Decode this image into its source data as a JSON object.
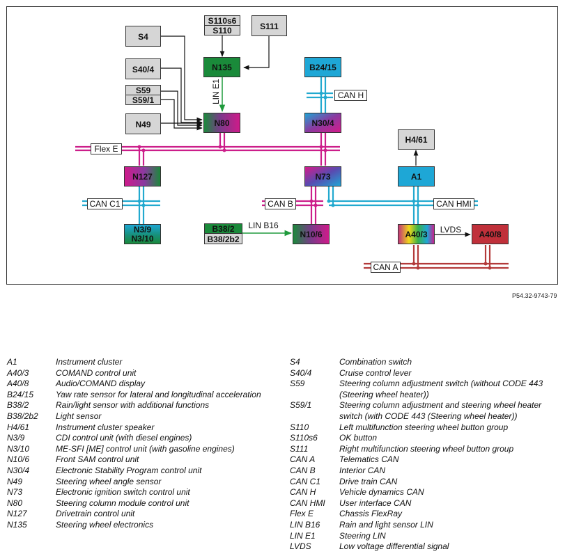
{
  "diagram": {
    "reference": "P54.32-9743-79",
    "boxes": {
      "s4": "S4",
      "s110s6": "S110s6",
      "s110": "S110",
      "s111": "S111",
      "s40_4": "S40/4",
      "n135": "N135",
      "b24_15": "B24/15",
      "s59": "S59",
      "s59_1": "S59/1",
      "n49": "N49",
      "n80": "N80",
      "n30_4": "N30/4",
      "h4_61": "H4/61",
      "n127": "N127",
      "n73": "N73",
      "a1": "A1",
      "n3_9": "N3/9",
      "n3_10": "N3/10",
      "b38_2": "B38/2",
      "b38_2b2": "B38/2b2",
      "n10_6": "N10/6",
      "a40_3": "A40/3",
      "a40_8": "A40/8"
    },
    "buses": {
      "flex_e": "Flex E",
      "can_h": "CAN H",
      "can_c1": "CAN C1",
      "can_b": "CAN B",
      "can_hmi": "CAN HMI",
      "can_a": "CAN A",
      "lin_e1": "LIN E1",
      "lin_b16": "LIN B16",
      "lvds": "LVDS"
    },
    "colors": {
      "flexray": "#cc1e8a",
      "can": "#22a9cf",
      "can_a": "#b33a3a",
      "lin": "#1f9a3c",
      "sensor_box": "#d6d6d6"
    }
  },
  "legend": {
    "left": [
      {
        "code": "A1",
        "desc": "Instrument cluster"
      },
      {
        "code": "A40/3",
        "desc": "COMAND control unit"
      },
      {
        "code": "A40/8",
        "desc": "Audio/COMAND display"
      },
      {
        "code": "B24/15",
        "desc": "Yaw rate sensor for lateral and longitudinal acceleration"
      },
      {
        "code": "B38/2",
        "desc": "Rain/light sensor with additional functions"
      },
      {
        "code": "B38/2b2",
        "desc": "Light sensor"
      },
      {
        "code": "H4/61",
        "desc": "Instrument cluster speaker"
      },
      {
        "code": "N3/9",
        "desc": "CDI control unit (with diesel engines)"
      },
      {
        "code": "N3/10",
        "desc": "ME-SFI [ME] control unit (with gasoline engines)"
      },
      {
        "code": "N10/6",
        "desc": "Front SAM control unit"
      },
      {
        "code": "N30/4",
        "desc": "Electronic Stability Program control unit"
      },
      {
        "code": "N49",
        "desc": "Steering wheel angle sensor"
      },
      {
        "code": "N73",
        "desc": "Electronic ignition switch control unit"
      },
      {
        "code": "N80",
        "desc": "Steering column module control unit"
      },
      {
        "code": "N127",
        "desc": "Drivetrain control unit"
      },
      {
        "code": "N135",
        "desc": "Steering wheel electronics"
      }
    ],
    "right": [
      {
        "code": "S4",
        "desc": "Combination switch"
      },
      {
        "code": "S40/4",
        "desc": "Cruise control lever"
      },
      {
        "code": "S59",
        "desc": "Steering column adjustment switch (without CODE 443 (Steering wheel heater))"
      },
      {
        "code": "S59/1",
        "desc": "Steering column adjustment and steering wheel heater switch (with CODE 443 (Steering wheel heater))"
      },
      {
        "code": "S110",
        "desc": "Left multifunction steering wheel button group"
      },
      {
        "code": "S110s6",
        "desc": "OK button"
      },
      {
        "code": "S111",
        "desc": "Right multifunction steering wheel button group"
      },
      {
        "code": "CAN A",
        "desc": "Telematics CAN"
      },
      {
        "code": "CAN B",
        "desc": "Interior CAN"
      },
      {
        "code": "CAN C1",
        "desc": "Drive train CAN"
      },
      {
        "code": "CAN H",
        "desc": "Vehicle dynamics CAN"
      },
      {
        "code": "CAN HMI",
        "desc": "User interface CAN"
      },
      {
        "code": "Flex E",
        "desc": "Chassis FlexRay"
      },
      {
        "code": "LIN B16",
        "desc": "Rain and light sensor LIN"
      },
      {
        "code": "LIN E1",
        "desc": "Steering LIN"
      },
      {
        "code": "LVDS",
        "desc": "Low voltage differential signal"
      }
    ]
  }
}
